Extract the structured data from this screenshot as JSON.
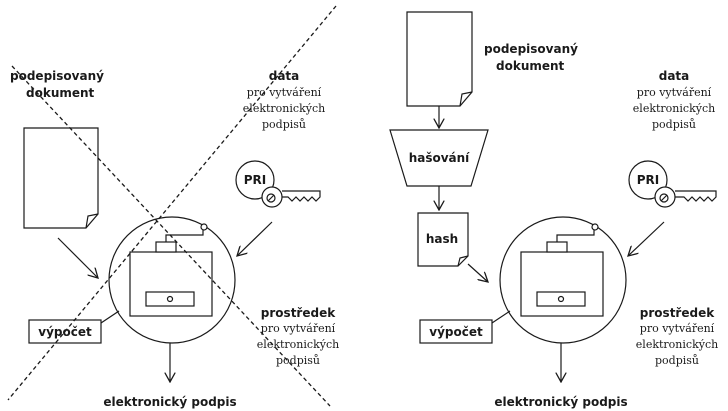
{
  "left": {
    "doc_label": [
      "podepisovaný",
      "dokument"
    ],
    "data_title": "data",
    "data_desc": [
      "pro vytváření",
      "elektronických",
      "podpisů"
    ],
    "key_label": "PRI",
    "device_title": "prostředek",
    "device_desc": [
      "pro vytváření",
      "elektronických",
      "podpisů"
    ],
    "compute_label": "výpočet",
    "output_label": "elektronický podpis"
  },
  "right": {
    "doc_label": [
      "podepisovaný",
      "dokument"
    ],
    "hashing_label": "hašování",
    "hash_label": "hash",
    "data_title": "data",
    "data_desc": [
      "pro vytváření",
      "elektronických",
      "podpisů"
    ],
    "key_label": "PRI",
    "device_title": "prostředek",
    "device_desc": [
      "pro vytváření",
      "elektronických",
      "podpisů"
    ],
    "compute_label": "výpočet",
    "output_label": "elektronický podpis"
  }
}
